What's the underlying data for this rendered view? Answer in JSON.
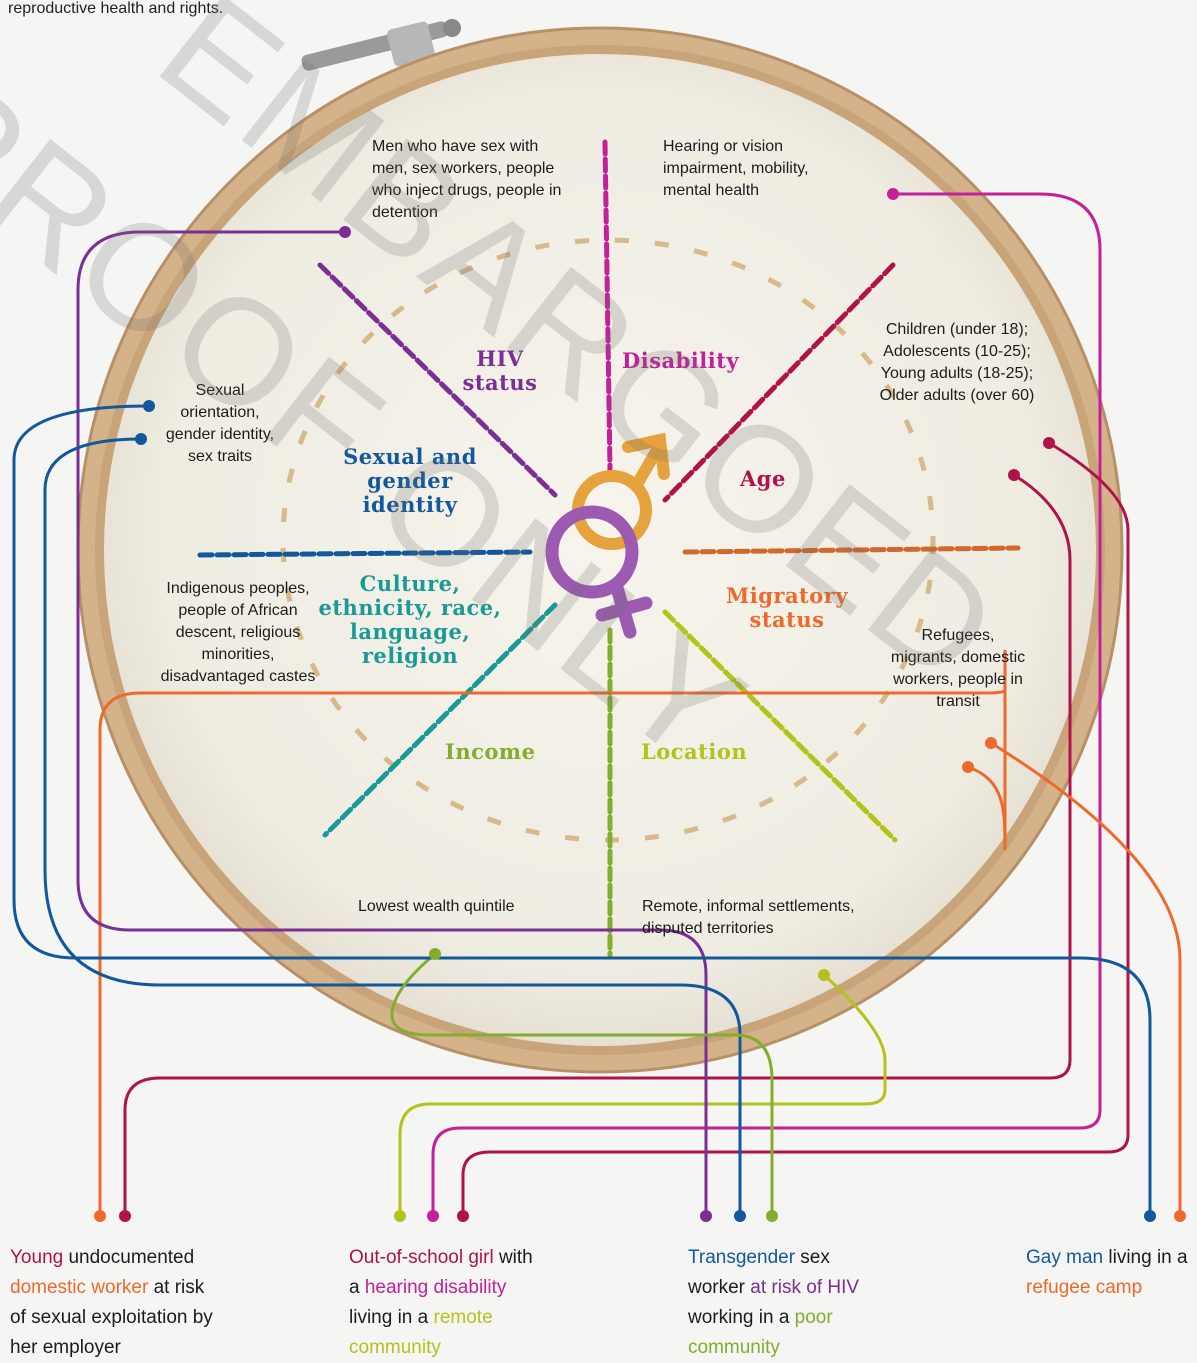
{
  "intro_text": "reproductive health and rights.",
  "colors": {
    "hiv": "#7b2f95",
    "disability": "#c3209a",
    "age": "#b0124a",
    "migratory": "#ee6a2c",
    "location": "#b5c21a",
    "income": "#82ad2d",
    "culture": "#1a9a96",
    "sexual": "#12589c",
    "fabric": "#f0ede4",
    "rim": "#c9a37a"
  },
  "categories": {
    "hiv": "HIV status",
    "disability": "Disability",
    "age": "Age",
    "migratory": "Migratory status",
    "location": "Location",
    "income": "Income",
    "culture": "Culture, ethnicity, race, language, religion",
    "sexual": "Sexual and gender identity"
  },
  "examples": {
    "hiv": "Men who have sex with men, sex workers, people who inject drugs, people in detention",
    "disability": "Hearing or vision impairment, mobility, mental health",
    "age": "Children (under 18); Adolescents (10-25); Young adults (18-25); Older adults (over 60)",
    "migratory": "Refugees, migrants, domestic workers, people in transit",
    "location": "Remote, informal settlements, disputed territories",
    "income": "Lowest wealth quintile",
    "culture": "Indigenous peoples, people of African descent, religious minorities, disadvantaged castes",
    "sexual": "Sexual orientation, gender identity, sex traits"
  },
  "personas": [
    {
      "id": "domestic",
      "segments": [
        {
          "text": "Young",
          "color": "age"
        },
        {
          "text": " undocumented ",
          "color": null
        },
        {
          "text": "domestic worker",
          "color": "migratory"
        },
        {
          "text": " at risk of sexual exploitation by her employer",
          "color": null
        }
      ]
    },
    {
      "id": "girl",
      "segments": [
        {
          "text": "Out-of-school girl",
          "color": "age"
        },
        {
          "text": " with a ",
          "color": null
        },
        {
          "text": "hearing disability",
          "color": "disability"
        },
        {
          "text": " living in a ",
          "color": null
        },
        {
          "text": "remote community",
          "color": "location"
        }
      ]
    },
    {
      "id": "transgender",
      "segments": [
        {
          "text": "Transgender",
          "color": "sexual"
        },
        {
          "text": " sex worker ",
          "color": null
        },
        {
          "text": "at risk of HIV",
          "color": "hiv"
        },
        {
          "text": " working in a ",
          "color": null
        },
        {
          "text": "poor community",
          "color": "income"
        }
      ]
    },
    {
      "id": "gayman",
      "segments": [
        {
          "text": "Gay man",
          "color": "sexual"
        },
        {
          "text": " living in a ",
          "color": null
        },
        {
          "text": "refugee camp",
          "color": "migratory"
        }
      ]
    }
  ],
  "watermark": [
    "EMBARGOED",
    "PROOF ONLY"
  ]
}
